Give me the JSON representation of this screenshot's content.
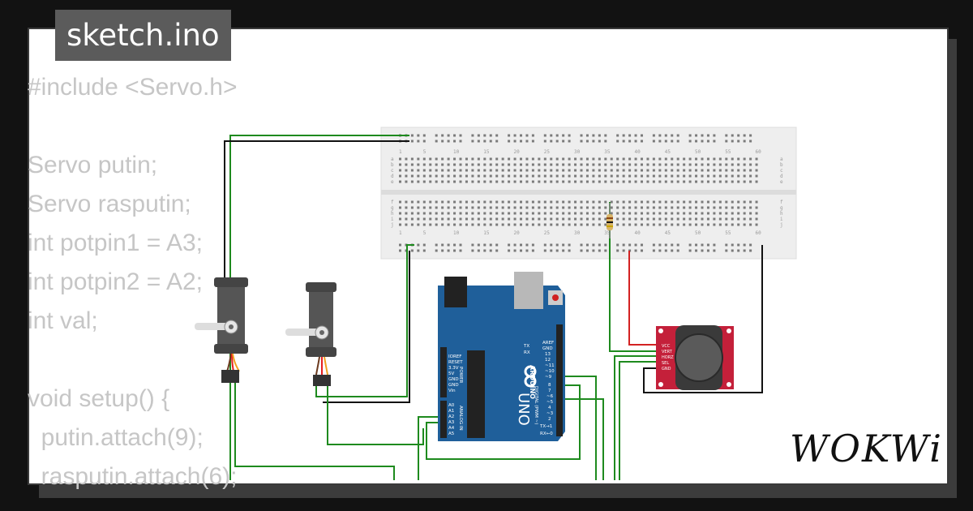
{
  "tab": {
    "filename": "sketch.ino"
  },
  "code_lines": [
    "#include <Servo.h>",
    "",
    "Servo putin;",
    "Servo rasputin;",
    "int potpin1 = A3;",
    "int potpin2 = A2;",
    "int val;",
    "",
    "void setup() {",
    "  putin.attach(9);",
    "  rasputin.attach(6);"
  ],
  "breadboard": {
    "column_numbers": [
      "1",
      "5",
      "10",
      "15",
      "20",
      "25",
      "30",
      "35",
      "40",
      "45",
      "50",
      "55",
      "60"
    ],
    "row_letters_top": [
      "a",
      "b",
      "c",
      "d",
      "e"
    ],
    "row_letters_bottom": [
      "f",
      "g",
      "h",
      "i",
      "j"
    ]
  },
  "arduino": {
    "brand": "ARDUINO",
    "model": "UNO",
    "power_pins": [
      "IOREF",
      "RESET",
      "3.3V",
      "5V",
      "GND",
      "GND",
      "Vin"
    ],
    "power_header": "POWER",
    "analog_pins": [
      "A0",
      "A1",
      "A2",
      "A3",
      "A4",
      "A5"
    ],
    "analog_header": "ANALOG IN",
    "digital_pins": [
      "AREF",
      "GND",
      "13",
      "12",
      "~11",
      "~10",
      "~9",
      "8",
      "7",
      "~6",
      "~5",
      "4",
      "~3",
      "2",
      "TX→1",
      "RX←0"
    ],
    "digital_header": "DIGITAL (PWM ~)",
    "tx_label": "TX",
    "rx_label": "RX"
  },
  "joystick": {
    "pins": [
      "VCC",
      "VERT",
      "HORZ",
      "SEL",
      "GND"
    ]
  },
  "logo": {
    "text": "WOKWi"
  },
  "colors": {
    "wire_green": "#1e8a1e",
    "wire_black": "#111111",
    "wire_red": "#d32222",
    "board_blue": "#1f5f9a",
    "joystick_red": "#c4203a"
  }
}
